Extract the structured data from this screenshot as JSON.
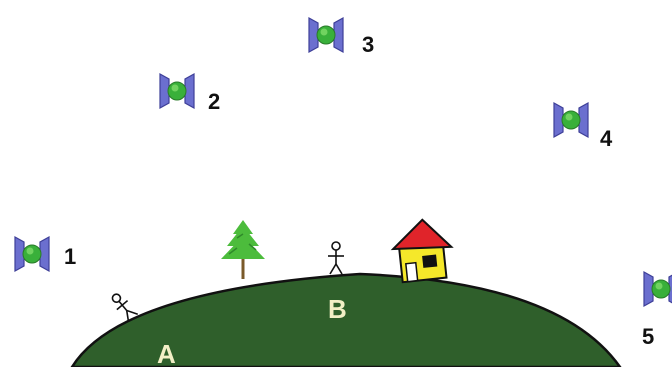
{
  "colors": {
    "earth": "#2f5f2b",
    "earth_outline": "#111111",
    "satellite_panel": "#6b6fcf",
    "satellite_panel_dark": "#3e3f98",
    "satellite_body": "#39b03a",
    "satellite_body_light": "#7fdc6a",
    "label_text": "#111111",
    "point_label": "#f2efc6",
    "house_wall": "#f5e82a",
    "house_roof": "#e0242a",
    "tree": "#4cbc3c",
    "tree_trunk": "#7a5a2a"
  },
  "icons": {
    "satellite": "satellite-icon",
    "tree": "tree-icon",
    "house": "house-icon",
    "person": "person-icon"
  },
  "satellites": [
    {
      "label": "1"
    },
    {
      "label": "2"
    },
    {
      "label": "3"
    },
    {
      "label": "4"
    },
    {
      "label": "5"
    }
  ],
  "points": {
    "a": "A",
    "b": "B"
  }
}
